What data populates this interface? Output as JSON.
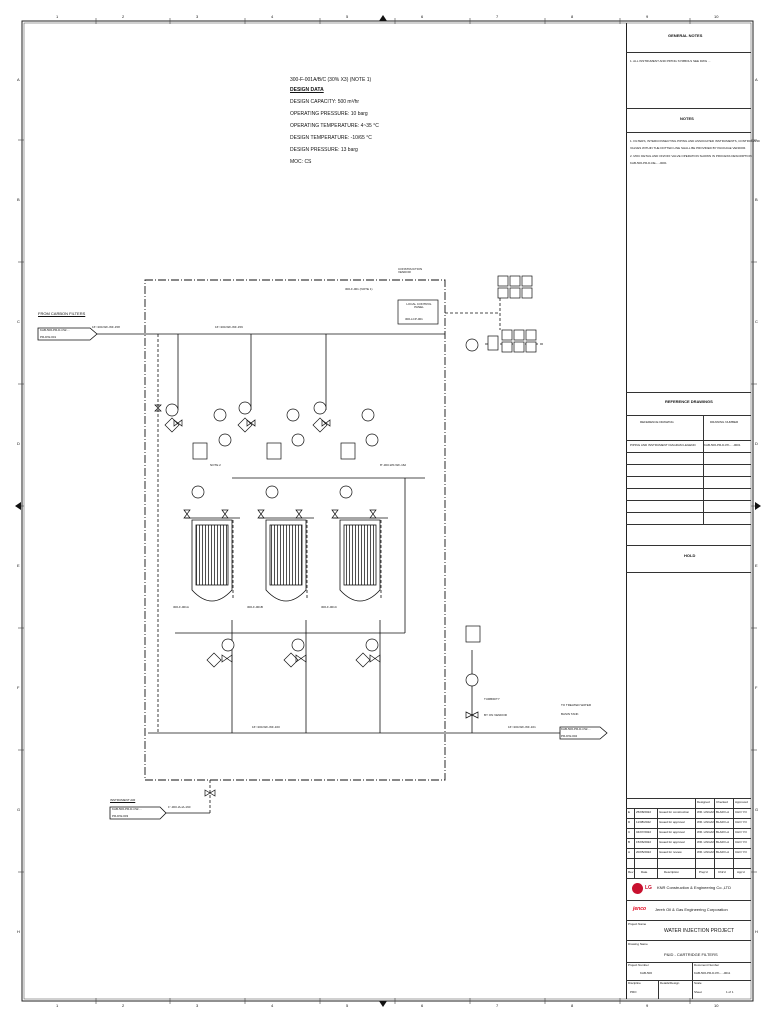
{
  "grid": {
    "columns": [
      "1",
      "2",
      "3",
      "4",
      "5",
      "6",
      "7",
      "8",
      "9",
      "10"
    ],
    "rows": [
      "A",
      "B",
      "C",
      "D",
      "E",
      "F",
      "G",
      "H"
    ]
  },
  "design_data": {
    "title": "300-F-001A/B/C (30% X3) (NOTE 1)",
    "header": "DESIGN DATA",
    "lines": [
      "DESIGN CAPACITY: 500 m³/hr",
      "OPERATING PRESSURE: 10 barg",
      "OPERATING TEMPERATURE: 4~35 °C",
      "DESIGN TEMPERATURE: -10/65 °C",
      "DESIGN PRESSURE: 13 barg",
      "MOC: CS"
    ]
  },
  "streams": {
    "inlet_label": "FROM CARBON FILTERS",
    "inlet_ref1": "KAB-506-PR-D-CW-...",
    "inlet_ref2": "PR-DW-001",
    "outlet_label": "TO TREATED WATER",
    "outlet_label2": "BASIN TANK",
    "outlet_ref1": "KAB-506-PR-D-CW-...",
    "outlet_ref2": "PR-DW-002",
    "air_label": "INSTRUMENT AIR",
    "air_ref1": "KAB-506-PR-D-CW-...",
    "air_ref2": "PR-DW-003"
  },
  "lines": {
    "inlet": "16\"-300-WF-WF-158",
    "header": "16\"-300-WF-WF-159",
    "outlet": "16\"-300-WF-WF-160",
    "outlet_header": "16\"-300-WF-WF-161",
    "bypass": "8\"-300-WF-WF-162",
    "air": "1\"-300-IA-IA-160"
  },
  "skid": {
    "note": "300-F-001 (NOTE 1)",
    "construction": "CONSTRUCTION VENDOR",
    "panel": "LOCAL CONTROL PANEL",
    "panel_tag": "300-LCP-001",
    "turbidity": "TURBIDITY",
    "turbidity2": "BY ON VENDOR",
    "note_tag": "NOTE 2"
  },
  "filters": [
    {
      "tag": "300-F-001A"
    },
    {
      "tag": "300-F-001B"
    },
    {
      "tag": "300-F-001C"
    }
  ],
  "general_notes": {
    "title": "GENERAL NOTES",
    "text": "1. ALL INSTRUMENT AND PIPING SYMBOLS SEE DWG ..."
  },
  "notes": {
    "title": "NOTES",
    "lines": [
      "1. FILTERS, INTERCONNECTING PIPING AND ASSOCIATED INSTRUMENTS, CONTROL AND",
      "   VALVES WITHIN THE DOTTED LINE SHALL BE PROVIDED BY PACKAGE VENDOR.",
      "2. MOC DETAIL AND ON/OFF VALVE OPERATION SHOWN IN PROCESS DESCRIPTION",
      "   KAB-506-PR-D-DE-...-0001"
    ]
  },
  "reference": {
    "title": "REFERENCE DRAWINGS",
    "col1": "REFERENCE DRAWING",
    "col2": "DRAWING NUMBER",
    "row1_col1": "PIPING AND INSTRUMENT DIAGRAM LEGEND",
    "row1_col2": "KAB-506-PR-D-PK-...-0001"
  },
  "hold": {
    "title": "HOLD"
  },
  "revisions": {
    "headers": [
      "Rev",
      "Date",
      "Description",
      "Prep'd",
      "Chk'd",
      "App'd"
    ],
    "top_headers": [
      "Designed",
      "Checked",
      "Approved"
    ],
    "rows": [
      [
        "E",
        "25/08/2022",
        "Issued for construction",
        "WR. LINGAN",
        "BLARI LA",
        "CHO YO"
      ],
      [
        "D",
        "11/08/2022",
        "Issued for approval",
        "WR. LINGAN",
        "BLARI LA",
        "CHO YO"
      ],
      [
        "C",
        "04/07/2022",
        "Issued for approval",
        "WR. LINGAN",
        "BLARI LA",
        "CHO YO"
      ],
      [
        "B",
        "15/06/2022",
        "Issued for approval",
        "WR. LINGAN",
        "BLARI LA",
        "CHO YO"
      ],
      [
        "A",
        "20/05/2022",
        "Issued for review",
        "WR. LINGAN",
        "BLARI LA",
        "CHO YO"
      ]
    ]
  },
  "company": {
    "logo1": "LG",
    "name1": "KNR Construction & Engineering Co.,LTD",
    "logo2": "jenco",
    "name2": "Jereh Oil & Gas Engineering Corporation"
  },
  "project": {
    "name_label": "Project Name",
    "name": "WATER INJECTION PROJECT",
    "drawing_label": "Drawing Name",
    "drawing_name": "P&ID - CARTRIDGE FILTERS",
    "number_label": "Project Number",
    "number": "KAB-506",
    "docnum_label": "Document Number",
    "docnum": "KAB-506-PR-D-PK-...-0011",
    "discipline_label": "Discipline",
    "discipline": "PRO",
    "details_label": "Details/Design",
    "scale_label": "Scale",
    "sheet_label": "Sheet",
    "sheet": "1 of 1"
  }
}
